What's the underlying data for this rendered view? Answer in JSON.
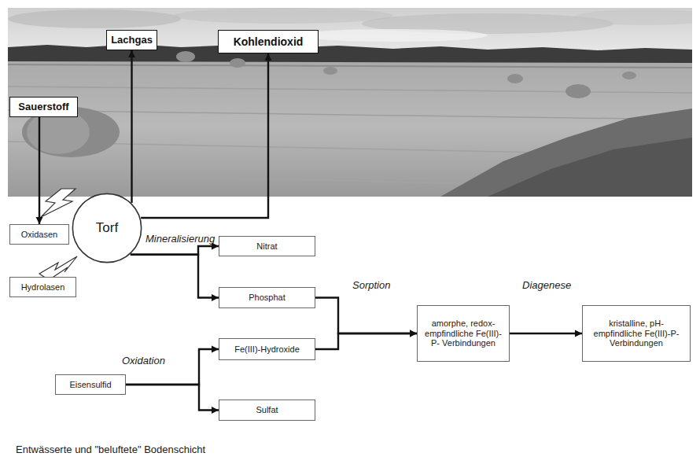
{
  "diagram": {
    "nodes": [
      {
        "text": [
          "Lachgas"
        ]
      },
      {
        "text": [
          "Kohlendioxid"
        ]
      },
      {
        "text": [
          "Sauerstoff"
        ]
      },
      {
        "text": [
          "Oxidasen"
        ]
      },
      {
        "text": [
          "Torf"
        ]
      },
      {
        "text": [
          "Hydrolasen"
        ]
      },
      {
        "text": [
          "Nitrat"
        ]
      },
      {
        "text": [
          "Phosphat"
        ]
      },
      {
        "text": [
          "Fe(III)-Hydroxide"
        ]
      },
      {
        "text": [
          "Eisensulfid"
        ]
      },
      {
        "text": [
          "Sulfat"
        ]
      },
      {
        "text": [
          "amorphe, redox- empfindliche Fe(III)-P- Verbindungen"
        ]
      },
      {
        "text": [
          "kristalline, pH- empfindliche Fe(III)-P- Verbindungen"
        ]
      }
    ],
    "edges": [
      {
        "from": 2,
        "to": 3,
        "arrow": "to"
      },
      {
        "from": 4,
        "to": 0,
        "arrow": "to"
      },
      {
        "from": 4,
        "to": 1,
        "arrow": "to"
      },
      {
        "from": 4,
        "to": 6,
        "arrow": "to"
      },
      {
        "from": 4,
        "to": 7,
        "arrow": "to"
      },
      {
        "from": 9,
        "to": 8,
        "arrow": "to"
      },
      {
        "from": 9,
        "to": 10,
        "arrow": "to"
      },
      {
        "from": 7,
        "to": 11,
        "arrow": "to"
      },
      {
        "from": 8,
        "to": 11,
        "arrow": "to"
      },
      {
        "from": 11,
        "to": 12,
        "arrow": "to"
      }
    ],
    "labels": [
      "Mineralisierung",
      "Sorption",
      "Diagenese",
      "Oxidation",
      "Entwässerte und \"beluftete\" Bodenschicht"
    ]
  }
}
